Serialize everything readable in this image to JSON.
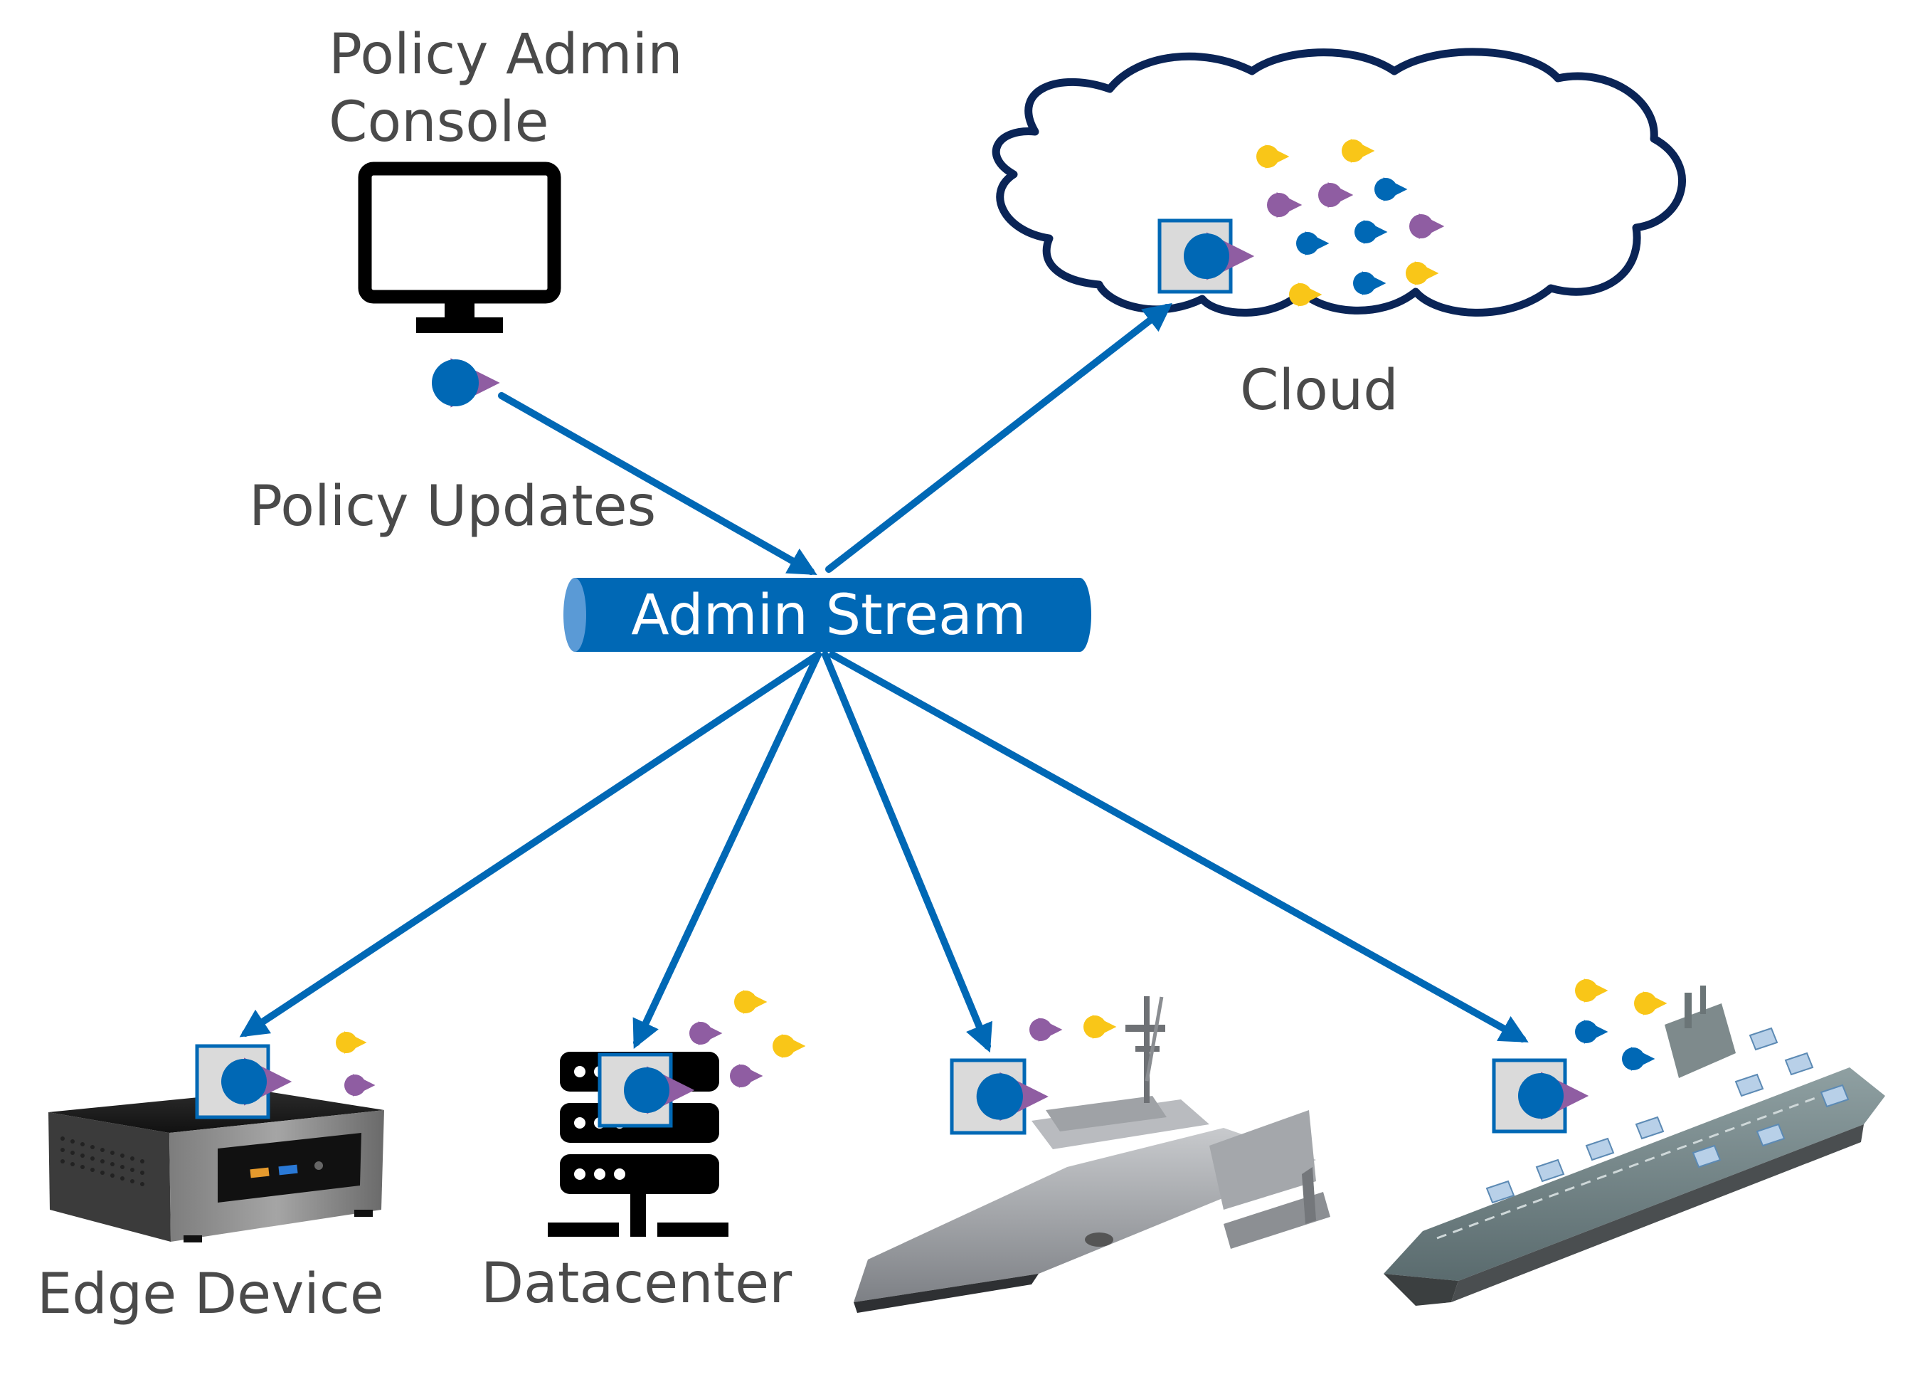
{
  "labels": {
    "console_line1": "Policy Admin",
    "console_line2": "Console",
    "cloud": "Cloud",
    "policy_updates": "Policy Updates",
    "admin_stream": "Admin Stream",
    "edge_device": "Edge Device",
    "datacenter": "Datacenter"
  },
  "colors": {
    "blue": "#0068b5",
    "purple": "#8f5da2",
    "yellow": "#f9c618",
    "navy": "#0a2456",
    "gray": "#dadada",
    "text": "#4a4a4a"
  },
  "icons": {
    "console": "monitor-icon",
    "datacenter": "server-rack-icon",
    "edge": "mini-pc-icon",
    "ship1": "unmanned-ship-image",
    "ship2": "aircraft-carrier-image"
  }
}
